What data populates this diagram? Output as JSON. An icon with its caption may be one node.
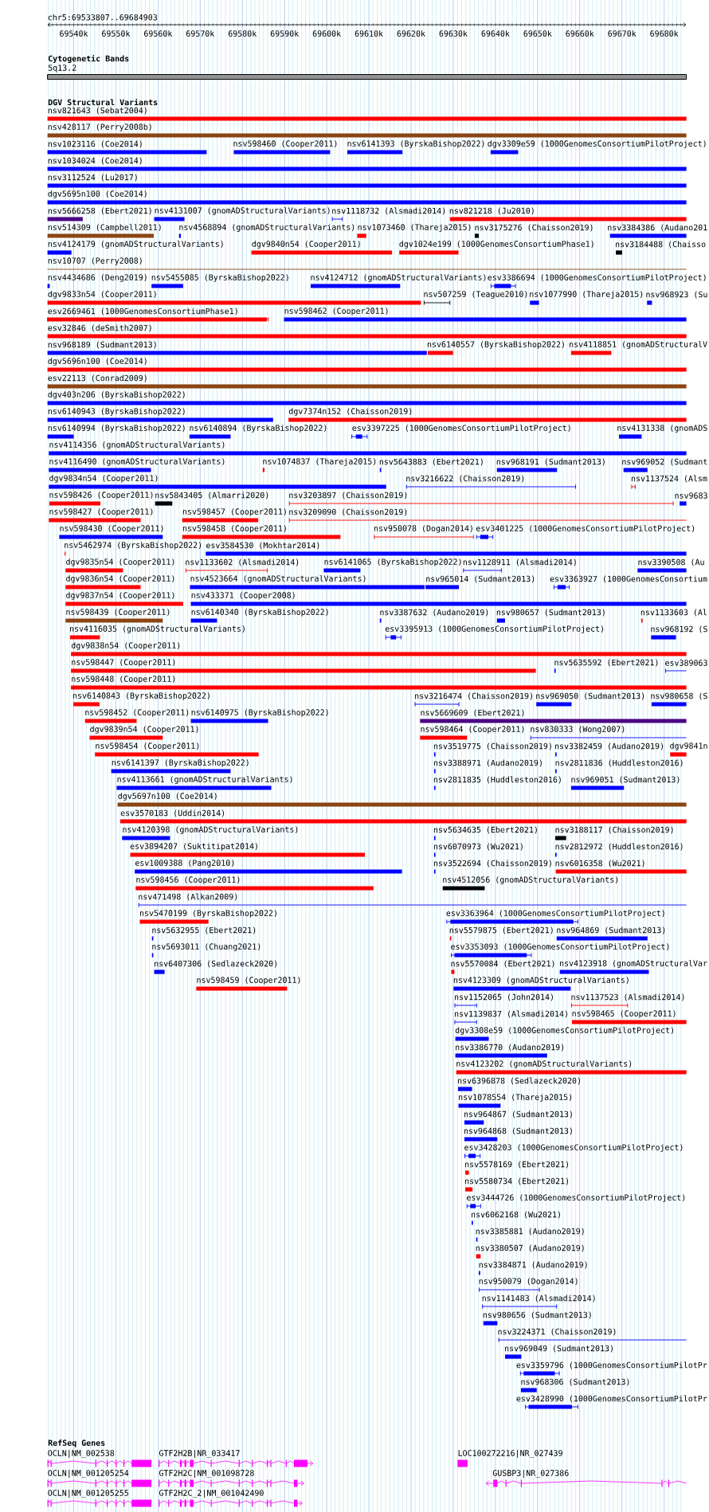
{
  "diagram": {
    "labels": [
      "chr5:69533807..69684903",
      "69540k",
      "69550k",
      "69560k",
      "69570k",
      "69580k",
      "69590k",
      "69600k",
      "69610k",
      "69620k",
      "69630k",
      "69640k",
      "69650k",
      "69660k",
      "69670k",
      "69680k",
      "Cytogenetic Bands",
      "5q13.2",
      "DGV Structural Variants",
      "nsv821643 (Sebat2004)",
      "nsv428117 (Perry2008b)",
      "nsv1023116 (Coe2014)",
      "nsv598460 (Cooper2011)",
      "nsv6141393 (ByrskaBishop2022)",
      "dgv3309e59 (1000GenomesConsortiumPilotProject)",
      "nsv1034024 (Coe2014)",
      "nsv3112524 (Lu2017)",
      "dgv5695n100 (Coe2014)",
      "nsv5666258 (Ebert2021)",
      "nsv4131007 (gnomADStructuralVariants)",
      "nsv1118732 (Alsmadi2014)",
      "nsv821218 (Ju2010)",
      "nsv514309 (Campbell2011)",
      "nsv4568894 (gnomADStructuralVariants)",
      "nsv1073460 (Thareja2015)",
      "nsv3175276 (Chaisson2019)",
      "nsv3384386 (Audano201",
      "nsv4124179 (gnomADStructuralVariants)",
      "dgv9840n54 (Cooper2011)",
      "dgv1024e199 (1000GenomesConsortiumPhase1)",
      "nsv3184488 (Chaisso",
      "nsv10707 (Perry2008)",
      "nsv4434686 (Deng2019)",
      "nsv5455085 (ByrskaBishop2022)",
      "nsv4124712 (gnomADStructuralVariants)",
      "esv3386694 (1000GenomesConsortiumPilotProject)",
      "dgv9833n54 (Cooper2011)",
      "nsv507259 (Teague2010)",
      "nsv1077990 (Thareja2015)",
      "nsv968923 (Su",
      "esv2669461 (1000GenomesConsortiumPhase1)",
      "nsv598462 (Cooper2011)",
      "esv32846 (deSmith2007)",
      "nsv968189 (Sudmant2013)",
      "nsv6140557 (ByrskaBishop2022)",
      "nsv4118851 (gnomADStructuralV",
      "dgv5696n100 (Coe2014)",
      "esv22113 (Conrad2009)",
      "dgv403n206 (ByrskaBishop2022)",
      "nsv6140943 (ByrskaBishop2022)",
      "dgv7374n152 (Chaisson2019)",
      "nsv6140994 (ByrskaBishop2022)",
      "nsv6140894 (ByrskaBishop2022)",
      "esv3397225 (1000GenomesConsortiumPilotProject)",
      "nsv4131338 (gnomADS",
      "nsv4114356 (gnomADStructuralVariants)",
      "nsv4116490 (gnomADStructuralVariants)",
      "nsv1074837 (Thareja2015)",
      "nsv5643883 (Ebert2021)",
      "nsv968191 (Sudmant2013)",
      "nsv969052 (Sudmant",
      "dgv9834n54 (Cooper2011)",
      "nsv3216622 (Chaisson2019)",
      "nsv1137524 (Alsm",
      "nsv598426 (Cooper2011)",
      "nsv5843405 (Almarri2020)",
      "nsv3203897 (Chaisson2019)",
      "nsv9683",
      "nsv598427 (Cooper2011)",
      "nsv598457 (Cooper2011)",
      "nsv3209090 (Chaisson2019)",
      "nsv598430 (Cooper2011)",
      "nsv598458 (Cooper2011)",
      "nsv950078 (Dogan2014)",
      "esv3401225 (1000GenomesConsortiumPilotProject)",
      "nsv5462974 (ByrskaBishop2022)",
      "esv3584530 (Mokhtar2014)",
      "dgv9835n54 (Cooper2011)",
      "nsv1133602 (Alsmadi2014)",
      "nsv6141065 (ByrskaBishop2022)",
      "nsv1128911 (Alsmadi2014)",
      "nsv3390508 (Au",
      "dgv9836n54 (Cooper2011)",
      "nsv4523664 (gnomADStructuralVariants)",
      "nsv965014 (Sudmant2013)",
      "esv3363927 (1000GenomesConsortium",
      "dgv9837n54 (Cooper2011)",
      "nsv433371 (Cooper2008)",
      "nsv598439 (Cooper2011)",
      "nsv6140340 (ByrskaBishop2022)",
      "nsv3387632 (Audano2019)",
      "nsv980657 (Sudmant2013)",
      "nsv1133603 (Al",
      "nsv4116035 (gnomADStructuralVariants)",
      "esv3395913 (1000GenomesConsortiumPilotProject)",
      "nsv968192 (S",
      "dgv9838n54 (Cooper2011)",
      "nsv598447 (Cooper2011)",
      "nsv5635592 (Ebert2021)",
      "esv389063",
      "nsv598448 (Cooper2011)",
      "nsv6140843 (ByrskaBishop2022)",
      "nsv3216474 (Chaisson2019)",
      "nsv969050 (Sudmant2013)",
      "nsv980658 (S",
      "nsv598452 (Cooper2011)",
      "nsv6140975 (ByrskaBishop2022)",
      "nsv5669609 (Ebert2021)",
      "dgv9839n54 (Cooper2011)",
      "nsv598464 (Cooper2011)",
      "nsv830333 (Wong2007)",
      "nsv598454 (Cooper2011)",
      "nsv3519775 (Chaisson2019)",
      "nsv3382459 (Audano2019)",
      "dgv9841n",
      "nsv6141397 (ByrskaBishop2022)",
      "nsv3388971 (Audano2019)",
      "nsv2811836 (Huddleston2016)",
      "nsv4113661 (gnomADStructuralVariants)",
      "nsv2811835 (Huddleston2016)",
      "nsv969051 (Sudmant2013)",
      "dgv5697n100 (Coe2014)",
      "esv3570183 (Uddin2014)",
      "nsv4120398 (gnomADStructuralVariants)",
      "nsv5634635 (Ebert2021)",
      "nsv3188117 (Chaisson2019)",
      "esv3894207 (Suktitipat2014)",
      "nsv6070973 (Wu2021)",
      "nsv2812972 (Huddleston2016)",
      "esv1009388 (Pang2010)",
      "nsv3522694 (Chaisson2019)",
      "nsv6016358 (Wu2021)",
      "nsv598456 (Cooper2011)",
      "nsv4512056 (gnomADStructuralVariants)",
      "nsv471498 (Alkan2009)",
      "nsv5470199 (ByrskaBishop2022)",
      "esv3363964 (1000GenomesConsortiumPilotProject)",
      "nsv5632955 (Ebert2021)",
      "nsv5579875 (Ebert2021)",
      "nsv964869 (Sudmant2013)",
      "nsv5693011 (Chuang2021)",
      "esv3353093 (1000GenomesConsortiumPilotProject)",
      "nsv6407306 (Sedlazeck2020)",
      "nsv5570084 (Ebert2021)",
      "nsv4123918 (gnomADStructuralVar",
      "nsv598459 (Cooper2011)",
      "nsv4123309 (gnomADStructuralVariants)",
      "nsv1152065 (John2014)",
      "nsv1137523 (Alsmadi2014)",
      "nsv1139837 (Alsmadi2014)",
      "nsv598465 (Cooper2011)",
      "dgv3308e59 (1000GenomesConsortiumPilotProject)",
      "nsv3386770 (Audano2019)",
      "nsv4123202 (gnomADStructuralVariants)",
      "nsv6396878 (Sedlazeck2020)",
      "nsv1078554 (Thareja2015)",
      "nsv964867 (Sudmant2013)",
      "nsv964868 (Sudmant2013)",
      "esv3428203 (1000GenomesConsortiumPilotProject)",
      "nsv5578169 (Ebert2021)",
      "nsv5580734 (Ebert2021)",
      "esv3444726 (1000GenomesConsortiumPilotProject)",
      "nsv6062168 (Wu2021)",
      "nsv3385881 (Audano2019)",
      "nsv3380507 (Audano2019)",
      "nsv3384871 (Audano2019)",
      "nsv950079 (Dogan2014)",
      "nsv1141483 (Alsmadi2014)",
      "nsv980656 (Sudmant2013)",
      "nsv3224371 (Chaisson2019)",
      "nsv969049 (Sudmant2013)",
      "esv3359796 (1000GenomesConsortiumPilotPr",
      "nsv968306 (Sudmant2013)",
      "esv3428990 (1000GenomesConsortiumPilotPr",
      "RefSeq Genes",
      "OCLN|NM_002538",
      "GTF2H2B|NR_033417",
      "LOC100272216|NR_027439",
      "OCLN|NM_001205254",
      "GTF2H2C|NM_001098728",
      "GUSBP3|NR_027386",
      "OCLN|NM_001205255",
      "GTF2H2C_2|NM_001042490"
    ]
  }
}
